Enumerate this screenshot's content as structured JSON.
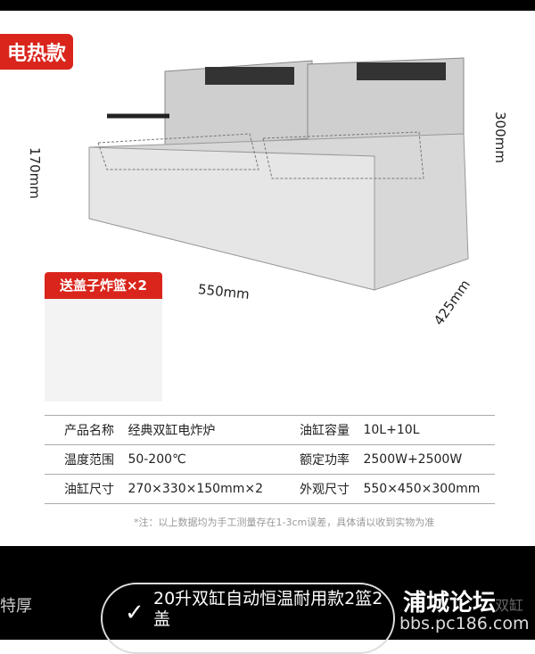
{
  "badge": "电热款",
  "dimensions": {
    "height_left": "170mm",
    "height_right": "300mm",
    "width": "550mm",
    "depth": "425mm"
  },
  "gift": "送盖子炸篮×2",
  "specs": [
    [
      "产品名称",
      "经典双缸电炸炉",
      "油缸容量",
      "10L+10L"
    ],
    [
      "温度范围",
      "50-200℃",
      "额定功率",
      "2500W+2500W"
    ],
    [
      "油缸尺寸",
      "270×330×150mm×2",
      "外观尺寸",
      "550×450×300mm"
    ]
  ],
  "note": "*注：以上数据均为手工测量存在1-3cm误差，具体请以收到实物为准",
  "bottom": {
    "left_text": "特厚",
    "option": "20升双缸自动恒温耐用款2篮2盖",
    "watermark_title": "浦城论坛",
    "watermark_url": "bbs.pc186.com",
    "faint_text": "双缸"
  }
}
